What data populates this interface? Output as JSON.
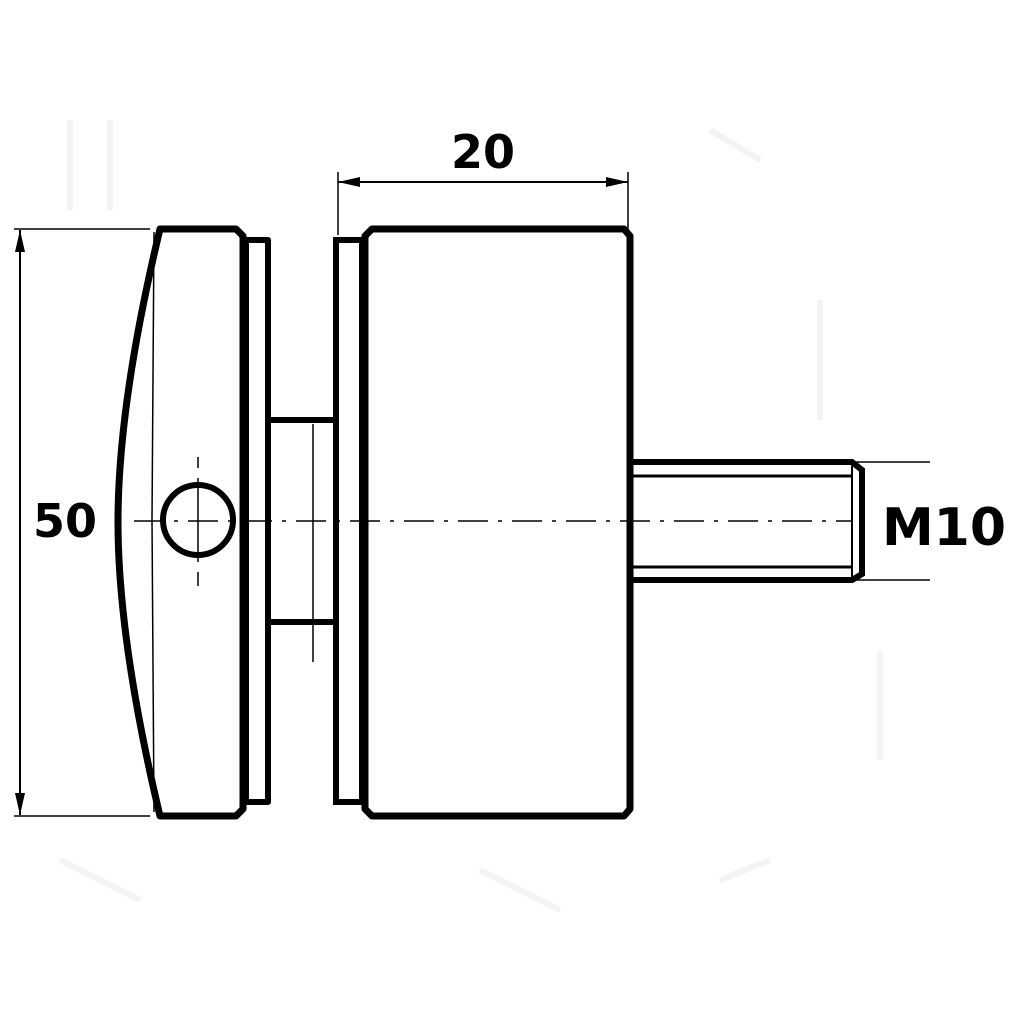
{
  "drawing": {
    "dimensions": {
      "height": "50",
      "length": "20",
      "thread": "M10"
    },
    "colors": {
      "line": "#000000",
      "background": "#ffffff",
      "watermark": "#f4f4f4"
    }
  }
}
